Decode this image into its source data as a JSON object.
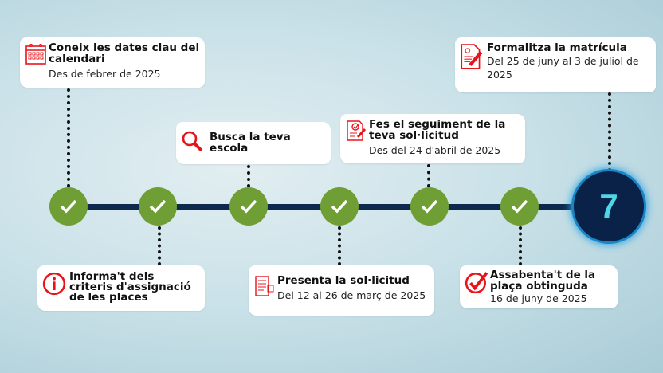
{
  "steps": [
    {
      "title": "Coneix les dates clau del calendari",
      "date": "Des de febrer de 2025",
      "icon": "calendar-icon"
    },
    {
      "title": "Informa't dels criteris d'assignació de les places",
      "date": "",
      "icon": "info-icon"
    },
    {
      "title": "Busca la teva escola",
      "date": "",
      "icon": "search-icon"
    },
    {
      "title": "Presenta la sol·licitud",
      "date": "Del 12 al 26 de març de 2025",
      "icon": "form-icon"
    },
    {
      "title": "Fes el seguiment de la teva sol·licitud",
      "date": "Des del 24 d'abril de 2025",
      "icon": "checklist-icon"
    },
    {
      "title": "Assabenta't de la plaça obtinguda",
      "date": "16 de juny de 2025",
      "icon": "checkmark-icon"
    },
    {
      "title": "Formalitza la matrícula",
      "date": "Del 25 de juny al 3 de juliol de 2025",
      "icon": "document-edit-icon"
    }
  ],
  "current_step": "7",
  "colors": {
    "done": "#6f9e34",
    "line": "#0d2a4e",
    "current": "#0a2248",
    "icon": "#e8141c"
  }
}
